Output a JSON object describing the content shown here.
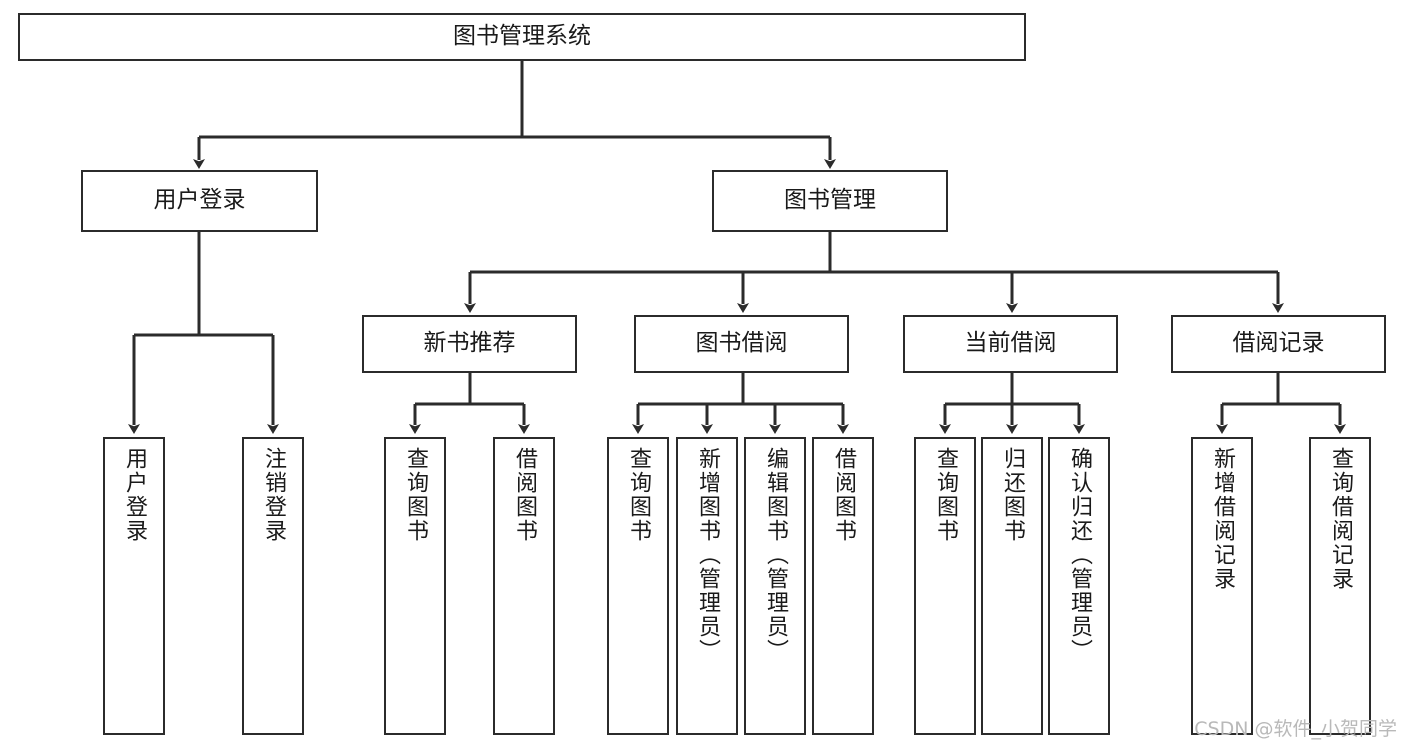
{
  "diagram": {
    "title": "图书管理系统",
    "watermark": "CSDN @软件_小贺同学",
    "colors": {
      "box_border": "#2b2b2b",
      "box_fill": "#ffffff",
      "edge": "#2b2b2b",
      "text": "#1a1a1a",
      "watermark": "#b9b9b9"
    },
    "root": {
      "label": "图书管理系统"
    },
    "level1": [
      {
        "label": "用户登录"
      },
      {
        "label": "图书管理"
      }
    ],
    "level2": [
      {
        "label": "新书推荐"
      },
      {
        "label": "图书借阅"
      },
      {
        "label": "当前借阅"
      },
      {
        "label": "借阅记录"
      }
    ],
    "leaves": {
      "user_login": [
        {
          "label": "用户登录"
        },
        {
          "label": "注销登录"
        }
      ],
      "new_book": [
        {
          "label": "查询图书"
        },
        {
          "label": "借阅图书"
        }
      ],
      "book_borrow": [
        {
          "label": "查询图书"
        },
        {
          "label": "新增图书（管理员）"
        },
        {
          "label": "编辑图书（管理员）"
        },
        {
          "label": "借阅图书"
        }
      ],
      "current_borrow": [
        {
          "label": "查询图书"
        },
        {
          "label": "归还图书"
        },
        {
          "label": "确认归还（管理员）"
        }
      ],
      "borrow_record": [
        {
          "label": "新增借阅记录"
        },
        {
          "label": "查询借阅记录"
        }
      ]
    }
  }
}
